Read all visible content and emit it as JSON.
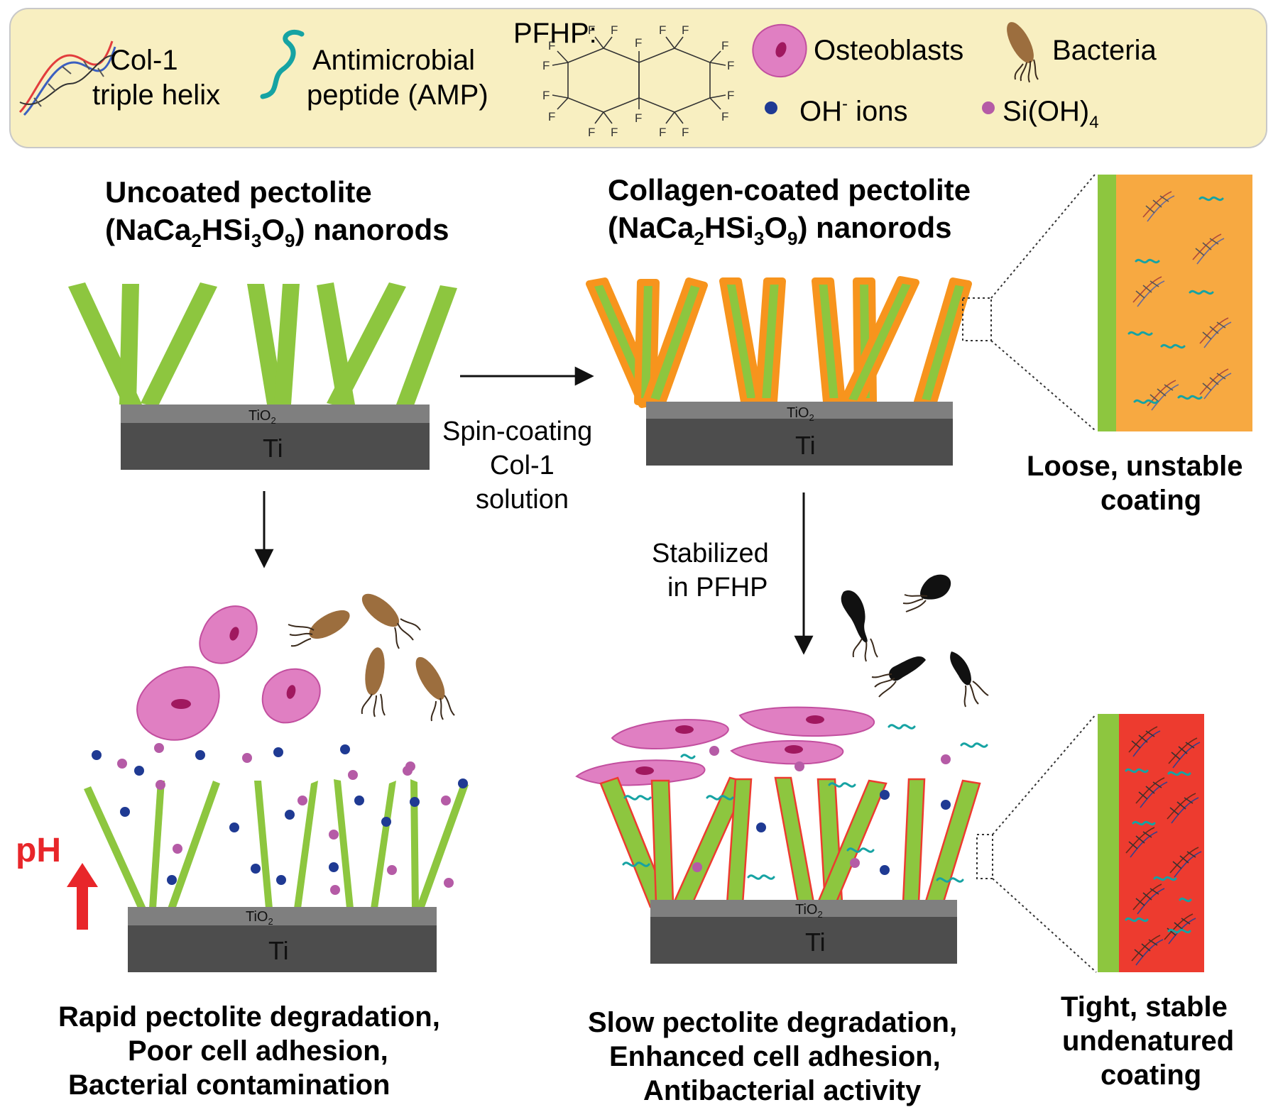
{
  "legend": {
    "col1_line1": "Col-1",
    "col1_line2": "triple helix",
    "amp_line1": "Antimicrobial",
    "amp_line2": "peptide (AMP)",
    "pfhp_label": "PFHP:",
    "pfhp_atom": "F",
    "osteoblasts": "Osteoblasts",
    "bacteria": "Bacteria",
    "oh_ions": "OH",
    "oh_sup": "-",
    "oh_suffix": " ions",
    "sioh": "Si(OH)",
    "sioh_sub": "4"
  },
  "panels": {
    "uncoated": {
      "title_line1": "Uncoated pectolite",
      "title_line2_a": "(NaCa",
      "sub1": "2",
      "title_line2_b": "HSi",
      "sub2": "3",
      "title_line2_c": "O",
      "sub3": "9",
      "title_line2_d": ") nanorods"
    },
    "coated": {
      "title_line1": "Collagen-coated pectolite",
      "title_line2_a": "(NaCa",
      "sub1": "2",
      "title_line2_b": "HSi",
      "sub2": "3",
      "title_line2_c": "O",
      "sub3": "9",
      "title_line2_d": ") nanorods"
    },
    "substrate": {
      "tio2": "TiO",
      "tio2_sub": "2",
      "ti": "Ti"
    }
  },
  "arrows": {
    "spin_line1": "Spin-coating",
    "spin_line2": "Col-1",
    "spin_line3": "solution",
    "stab_line1": "Stabilized",
    "stab_line2": "in PFHP"
  },
  "insets": {
    "loose_line1": "Loose, unstable",
    "loose_line2": "coating",
    "tight_line1": "Tight, stable",
    "tight_line2": "undenatured",
    "tight_line3": "coating"
  },
  "outcomes": {
    "ph": "pH",
    "left_line1": "Rapid pectolite degradation,",
    "left_line2": "Poor cell adhesion,",
    "left_line3": "Bacterial contamination",
    "right_line1": "Slow pectolite degradation,",
    "right_line2": "Enhanced cell adhesion,",
    "right_line3": "Antibacterial activity"
  },
  "colors": {
    "legend_bg": "#f8efc1",
    "rod_green": "#8dc63f",
    "collagen_orange": "#f7941d",
    "coating_red": "#ed3b2f",
    "substrate_ti": "#4d4d4d",
    "substrate_tio2": "#7f7f7f",
    "osteoblast_pink": "#e07fc2",
    "bacteria_brown": "#9c6e3e",
    "oh_blue": "#1f3a93",
    "sioh_purple": "#b55ba6",
    "amp_teal": "#16a3a3",
    "ph_red": "#e8262a"
  },
  "icons": [
    "helix-icon",
    "amp-squiggle-icon",
    "pfhp-molecule-icon",
    "osteoblast-icon",
    "bacteria-icon",
    "oh-ion-dot",
    "sioh-dot"
  ]
}
